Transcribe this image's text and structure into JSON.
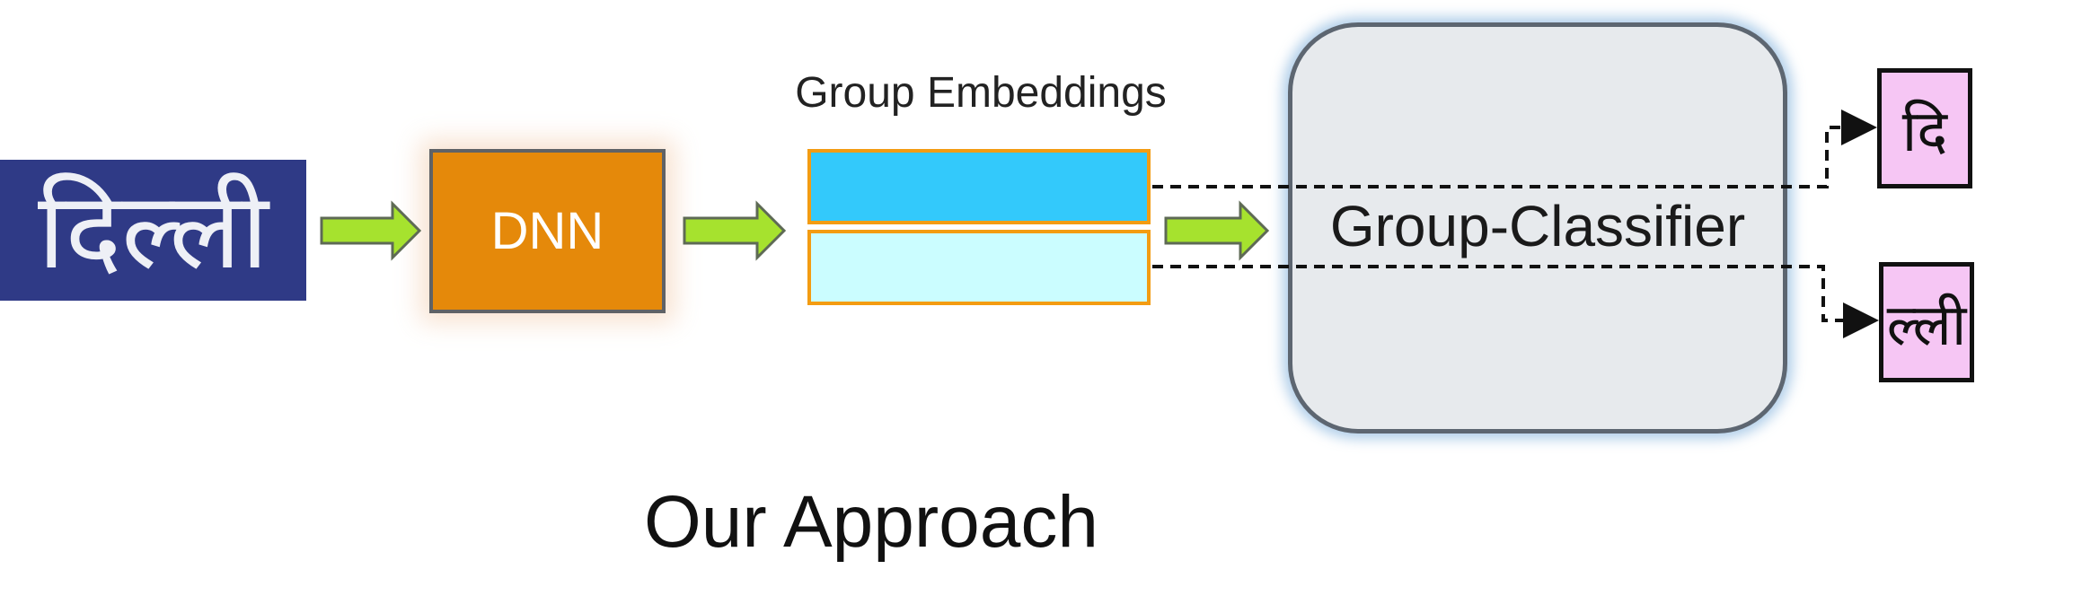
{
  "input": {
    "word": "दिल्ली"
  },
  "dnn": {
    "label": "DNN"
  },
  "embeddings": {
    "title": "Group Embeddings"
  },
  "classifier": {
    "label": "Group-Classifier"
  },
  "outputs": [
    {
      "glyph": "दि"
    },
    {
      "glyph": "ल्ली"
    }
  ],
  "caption": "Our Approach",
  "colors": {
    "arrow_fill": "#a6e22e",
    "dnn_fill": "#e5890a",
    "embedding_top": "#33c9fb",
    "embedding_bottom": "#cbfdff",
    "embedding_border": "#f39c12",
    "classifier_fill": "#e7eaed",
    "output_fill": "#f6c6f4"
  }
}
